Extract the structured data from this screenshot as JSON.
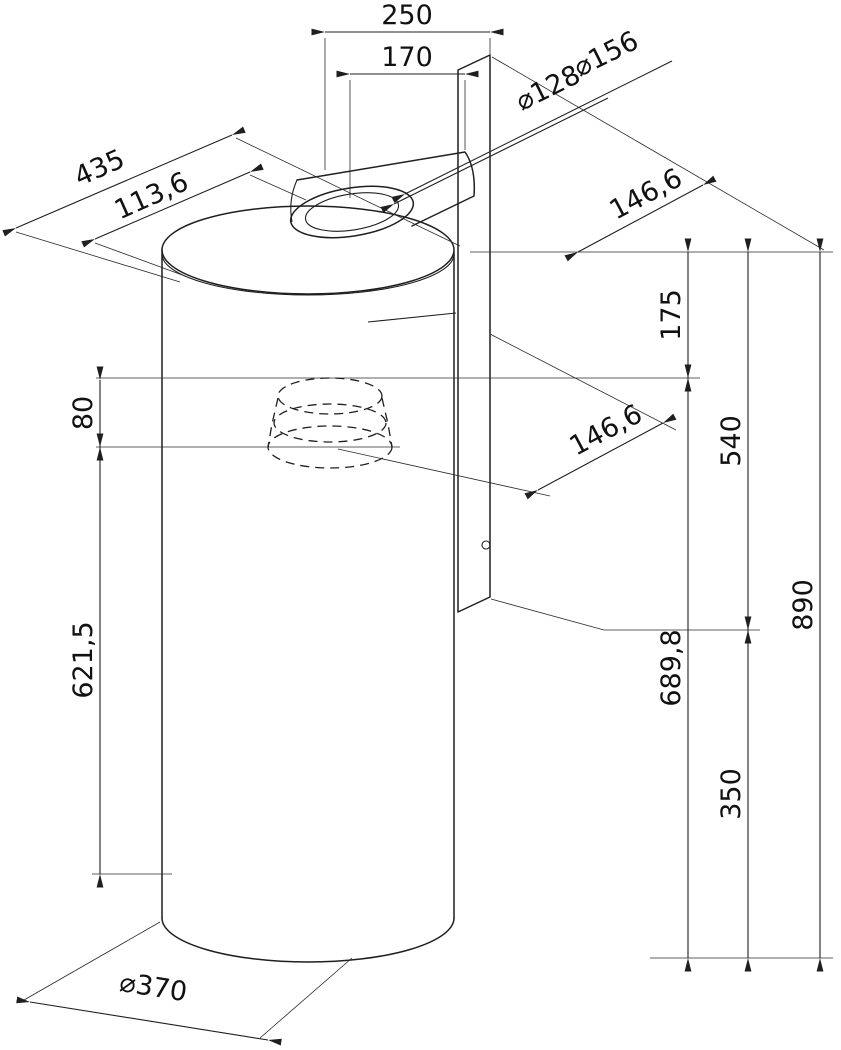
{
  "drawing": {
    "title": "cylindrical-cooker-hood-dimensional-drawing",
    "colors": {
      "line": "#1f1f1f",
      "background": "#ffffff"
    }
  },
  "labels": {
    "w250": "250",
    "w170": "170",
    "d156": "⌀156",
    "d128": "⌀128",
    "d435": "435",
    "d113": "113,6",
    "r146_top": "146,6",
    "v175": "175",
    "v689": "689,8",
    "v540": "540",
    "v350": "350",
    "v890": "890",
    "v80": "80",
    "v621": "621,5",
    "r146_mid": "146,6",
    "d370": "⌀370"
  }
}
